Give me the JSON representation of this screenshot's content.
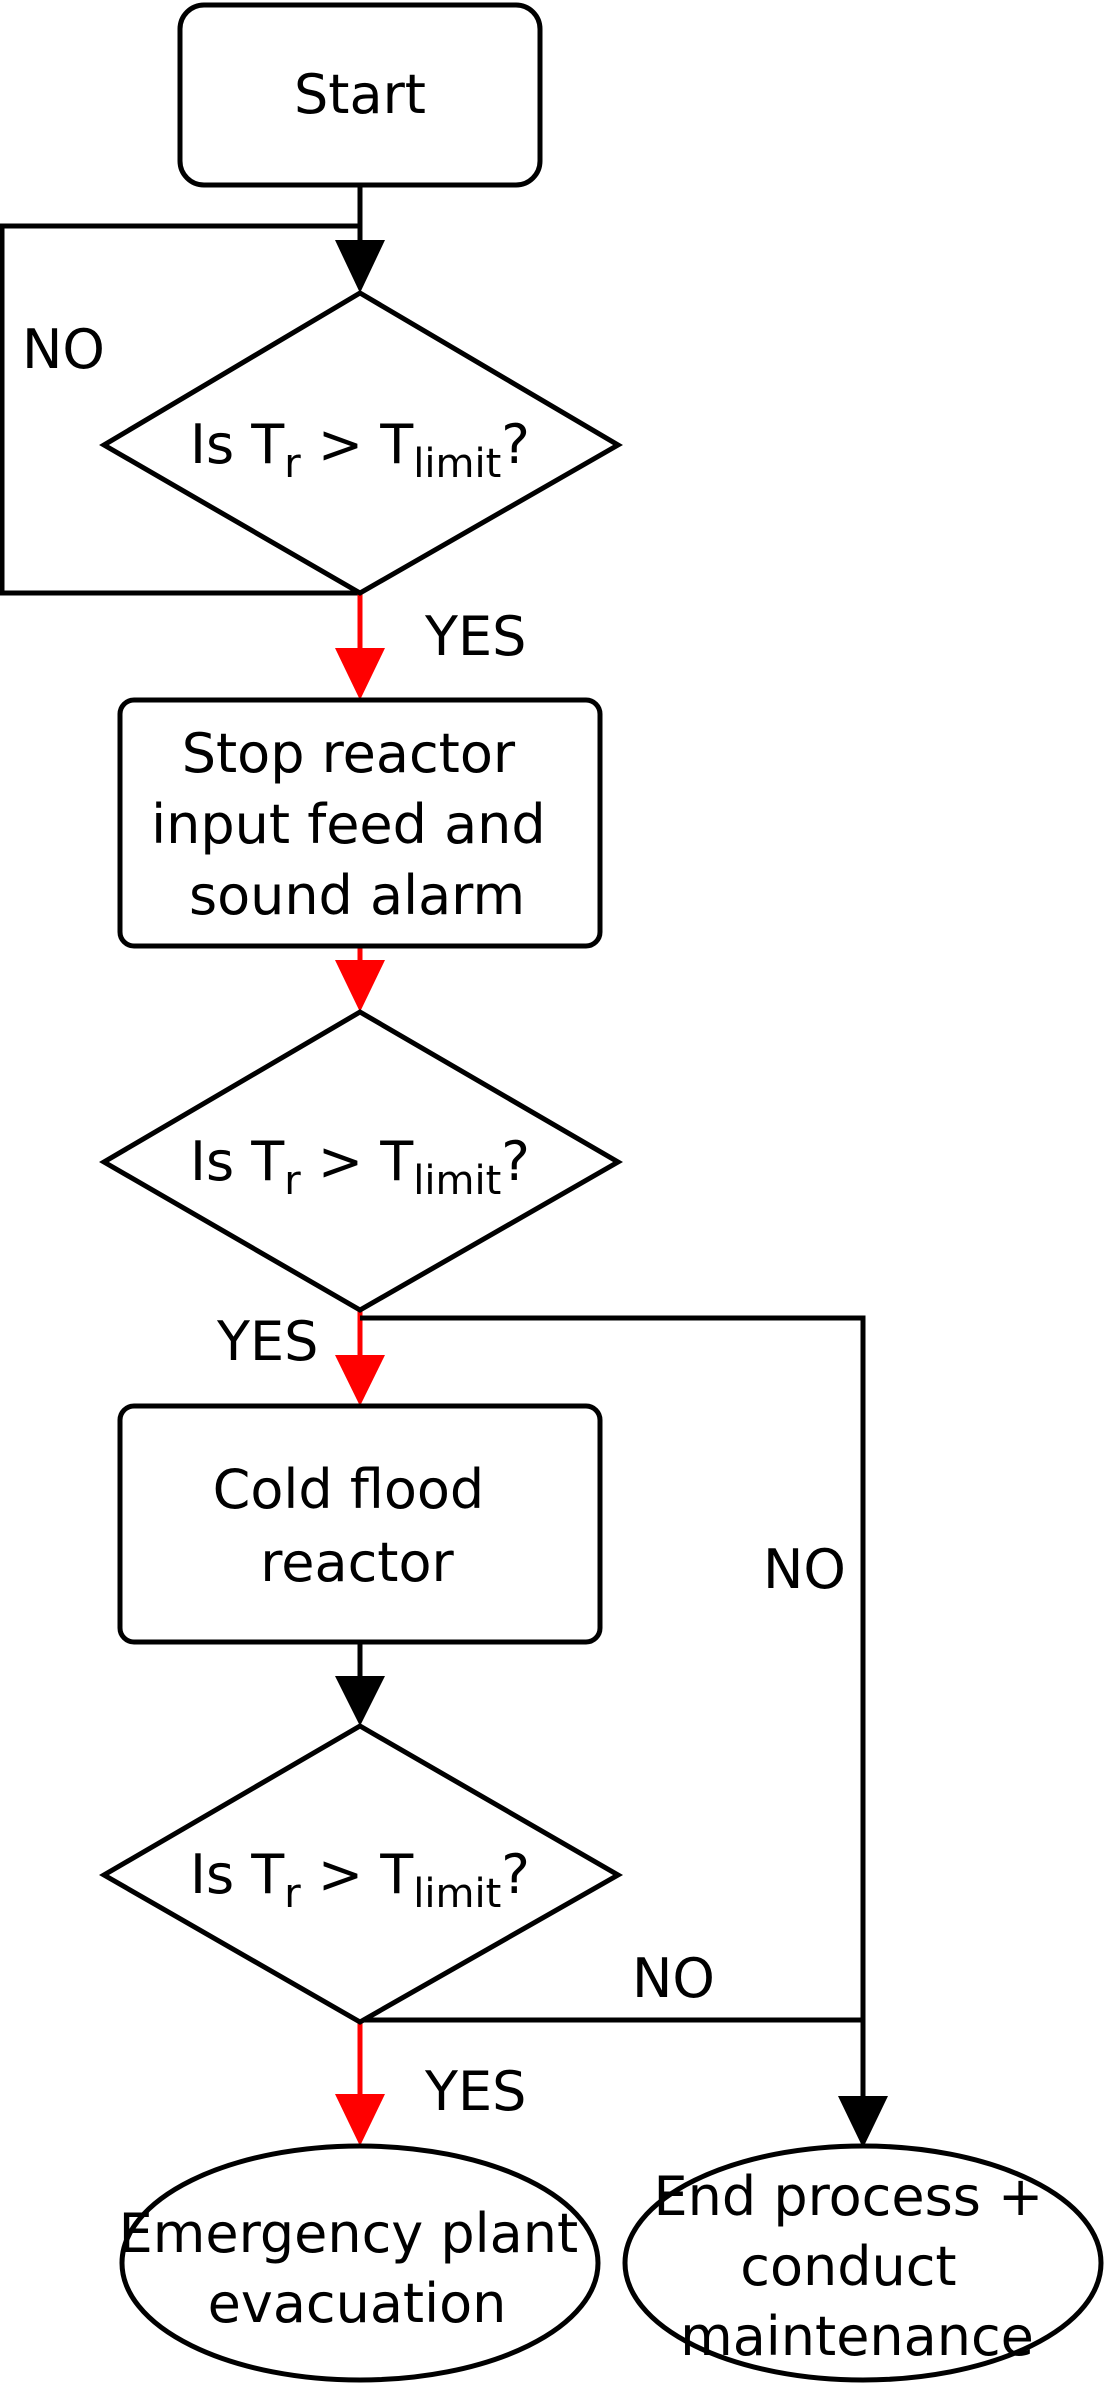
{
  "colors": {
    "stroke": "#000000",
    "yes_path": "#ff0000",
    "background": "#ffffff"
  },
  "nodes": {
    "start": "Start",
    "decision1": {
      "prefix": "Is T",
      "sub1": "r",
      "mid": " > T",
      "sub2": "limit",
      "suffix": "?"
    },
    "stop_reactor": [
      "Stop reactor",
      "input feed and",
      "sound alarm"
    ],
    "decision2": {
      "prefix": "Is T",
      "sub1": "r",
      "mid": " > T",
      "sub2": "limit",
      "suffix": "?"
    },
    "cold_flood": [
      "Cold flood",
      "reactor"
    ],
    "decision3": {
      "prefix": "Is T",
      "sub1": "r",
      "mid": " > T",
      "sub2": "limit",
      "suffix": "?"
    },
    "evacuation": [
      "Emergency plant",
      "evacuation"
    ],
    "end_process": [
      "End process +",
      "conduct",
      "maintenance"
    ]
  },
  "edge_labels": {
    "d1_no": "NO",
    "d1_yes": "YES",
    "d2_yes": "YES",
    "d2_no": "NO",
    "d3_no": "NO",
    "d3_yes": "YES"
  }
}
